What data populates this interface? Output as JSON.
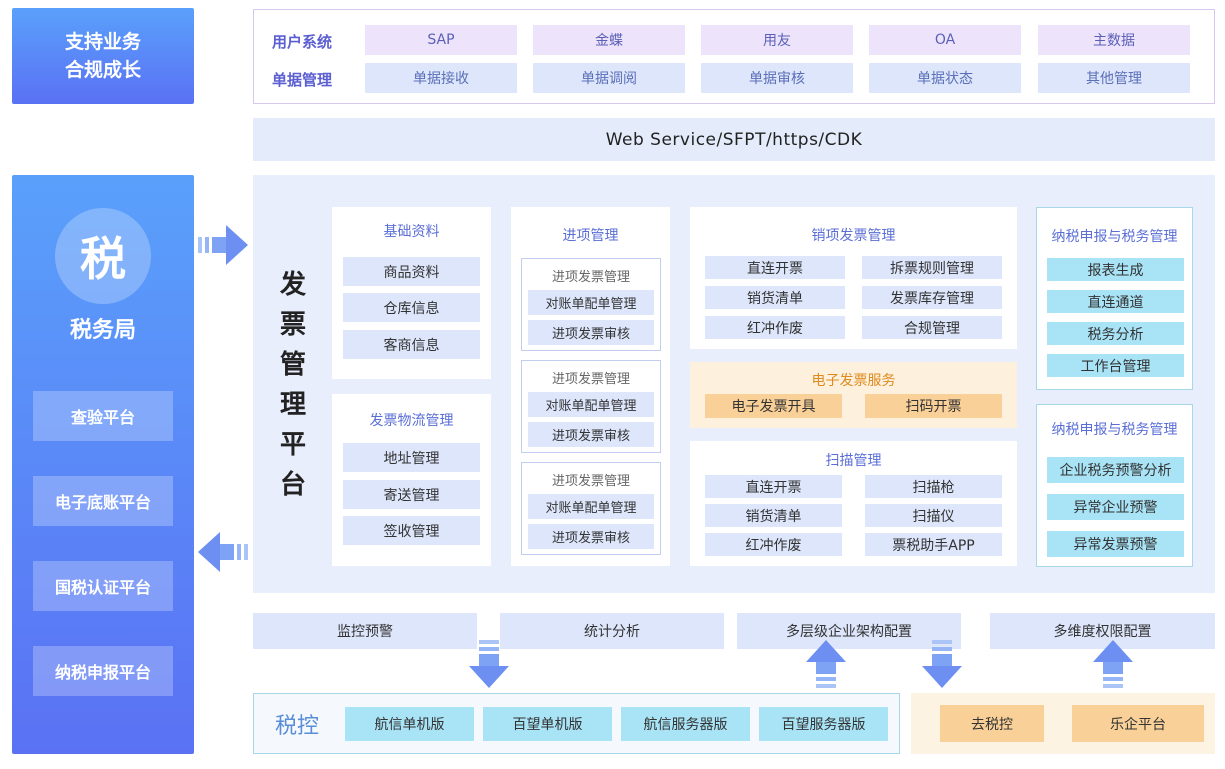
{
  "left": {
    "top_card": {
      "line1": "支持业务",
      "line2": "合规成长"
    },
    "tax_logo_char": "税",
    "tax_title": "税务局",
    "platforms": [
      "查验平台",
      "电子底账平台",
      "国税认证平台",
      "纳税申报平台"
    ]
  },
  "user_panel": {
    "row1_label": "用户系统",
    "row1_items": [
      "SAP",
      "金蝶",
      "用友",
      "OA",
      "主数据"
    ],
    "row2_label": "单据管理",
    "row2_items": [
      "单据接收",
      "单据调阅",
      "单据审核",
      "单据状态",
      "其他管理"
    ]
  },
  "web_service": "Web Service/SFPT/https/CDK",
  "platform": {
    "title_chars": [
      "发",
      "票",
      "管",
      "理",
      "平",
      "台"
    ],
    "basic": {
      "title": "基础资料",
      "items": [
        "商品资料",
        "仓库信息",
        "客商信息"
      ]
    },
    "logistics": {
      "title": "发票物流管理",
      "items": [
        "地址管理",
        "寄送管理",
        "签收管理"
      ]
    },
    "input": {
      "title": "进项管理",
      "groups": [
        {
          "title": "进项发票管理",
          "items": [
            "对账单配单管理",
            "进项发票审核"
          ]
        },
        {
          "title": "进项发票管理",
          "items": [
            "对账单配单管理",
            "进项发票审核"
          ]
        },
        {
          "title": "进项发票管理",
          "items": [
            "对账单配单管理",
            "进项发票审核"
          ]
        }
      ]
    },
    "sales": {
      "title": "销项发票管理",
      "items": [
        "直连开票",
        "拆票规则管理",
        "销货清单",
        "发票库存管理",
        "红冲作废",
        "合规管理"
      ]
    },
    "e_invoice": {
      "title": "电子发票服务",
      "items": [
        "电子发票开具",
        "扫码开票"
      ]
    },
    "scan": {
      "title": "扫描管理",
      "items": [
        "直连开票",
        "扫描枪",
        "销货清单",
        "扫描仪",
        "红冲作废",
        "票税助手APP"
      ]
    },
    "tax_report1": {
      "title": "纳税申报与税务管理",
      "items": [
        "报表生成",
        "直连通道",
        "税务分析",
        "工作台管理"
      ]
    },
    "tax_report2": {
      "title": "纳税申报与税务管理",
      "items": [
        "企业税务预警分析",
        "异常企业预警",
        "异常发票预警"
      ]
    }
  },
  "bottom_bars": [
    "监控预警",
    "统计分析",
    "多层级企业架构配置",
    "多维度权限配置"
  ],
  "tax_control": {
    "label": "税控",
    "items": [
      "航信单机版",
      "百望单机版",
      "航信服务器版",
      "百望服务器版"
    ]
  },
  "orange_bottom": {
    "items": [
      "去税控",
      "乐企平台"
    ]
  },
  "colors": {
    "accent_blue": "#5a71f4",
    "accent_purple": "#5b5fd0",
    "orange": "#f9d097",
    "teal": "#a8e3f6"
  }
}
